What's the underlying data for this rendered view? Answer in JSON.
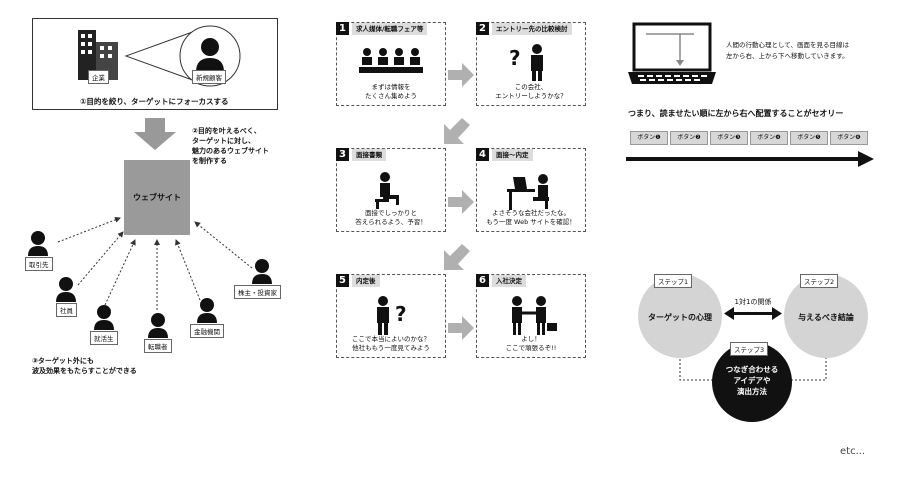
{
  "left": {
    "company_label": "企業",
    "new_customer_label": "新規顧客",
    "caption1": "①目的を絞り、ターゲットにフォーカスする",
    "caption2": "②目的を叶えるべく、\nターゲットに対し、\n魅力のあるウェブサイト\nを制作する",
    "website_label": "ウェブサイト",
    "stakeholders": [
      "取引先",
      "社員",
      "就活生",
      "転職者",
      "金融機関",
      "株主・投資家"
    ],
    "caption3": "③ターゲット外にも\n波及効果をもたらすことができる"
  },
  "steps": [
    {
      "num": "1",
      "title": "求人媒体/転職フェア等",
      "caption": "まずは情報を\nたくさん集めよう"
    },
    {
      "num": "2",
      "title": "エントリー先の比較検討",
      "caption": "この会社、\nエントリーしようかな？"
    },
    {
      "num": "3",
      "title": "面接書類",
      "caption": "面接でしっかりと\n答えられるよう、予習！"
    },
    {
      "num": "4",
      "title": "面接～内定",
      "caption": "よさそうな会社だったな。\nもう一度 Web サイトを確認！"
    },
    {
      "num": "5",
      "title": "内定後",
      "caption": "ここで本当によいのかな？\n他社ももう一度見てみよう"
    },
    {
      "num": "6",
      "title": "入社決定",
      "caption": "よし！\nここで頑張るぞ!!"
    }
  ],
  "right": {
    "laptop_text": "人間の行動心理として、画面を見る目線は\n左から右、上から下へ移動していきます。",
    "heading": "つまり、読ませたい順に左から右へ配置することがセオリー",
    "buttons": [
      "ボタン❶",
      "ボタン❷",
      "ボタン❸",
      "ボタン❹",
      "ボタン❺",
      "ボタン❻"
    ],
    "step1_tag": "ステップ1",
    "step1_text": "ターゲットの心理",
    "step2_tag": "ステップ2",
    "step2_text": "与えるべき結論",
    "relation": "1対1の関係",
    "step3_tag": "ステップ3",
    "step3_text": "つなぎ合わせる\nアイデアや\n演出方法",
    "etc": "etc..."
  },
  "colors": {
    "dark": "#111111",
    "gray": "#9a9a9a",
    "light_gray": "#d4d4d4",
    "arrow_gray": "#b0b0b0"
  }
}
